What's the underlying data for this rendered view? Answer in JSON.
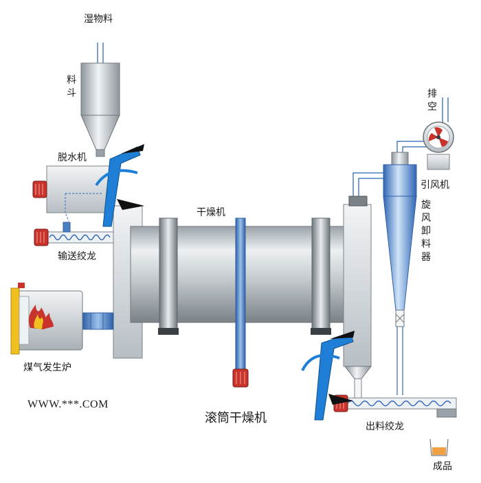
{
  "labels": {
    "wet_material": "湿物料",
    "hopper": "料斗",
    "dewatering_machine": "脱水机",
    "conveyor_auger": "输送绞龙",
    "dryer": "干燥机",
    "gas_generator": "煤气发生炉",
    "exhaust": "排空",
    "induced_fan": "引风机",
    "cyclone": "旋风卸料器",
    "discharge_auger": "出料绞龙",
    "product": "成品",
    "title": "滚筒干燥机",
    "website": "WWW.***.COM"
  },
  "colors": {
    "steel_light": "#e8ecef",
    "steel_mid": "#b9c0c6",
    "steel_dark": "#6f767c",
    "pipe_blue": "#4a7fc0",
    "cyclone_blue": "#3d78c8",
    "logo_blue": "#1f7fd6",
    "logo_black": "#111111",
    "motor_red": "#c8332b",
    "flame_yellow": "#f0c020",
    "product_orange": "#f0a040"
  },
  "icons": {
    "motor": "motor-icon",
    "fan": "fan-icon",
    "flame": "flame-icon",
    "logo": "brand-logo"
  }
}
